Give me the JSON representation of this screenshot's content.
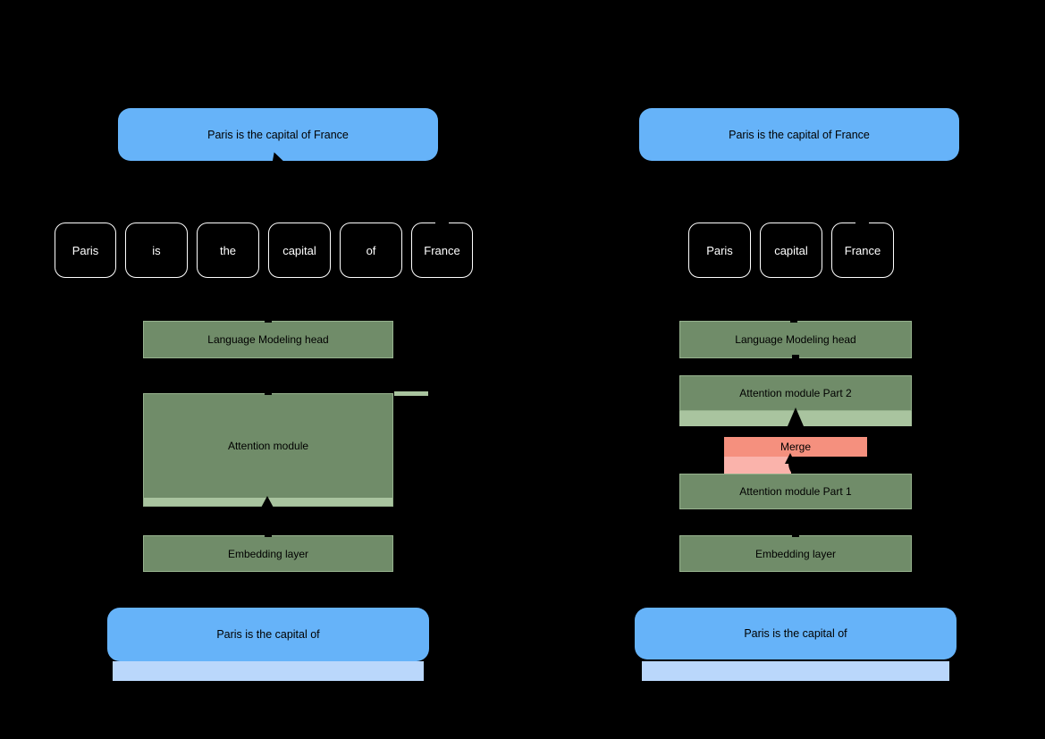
{
  "colors": {
    "bg": "#000000",
    "blue": "#66b3f9",
    "blueLight": "#bad7fb",
    "green": "#708c69",
    "greenLight": "#a9c49f",
    "greenBorder": "#97b38e",
    "salmon": "#f5907e",
    "pink": "#fab3ab",
    "white": "#ffffff",
    "ink": "#000000"
  },
  "panels": [
    {
      "side": "left",
      "output_text": "Paris is the capital of France",
      "tokens": [
        "Paris",
        "is",
        "the",
        "capital",
        "of",
        "France"
      ],
      "lm_head_label": "Language Modeling head",
      "attention_label": "Attention module",
      "embedding_label": "Embedding layer",
      "input_text": "Paris is the capital of"
    },
    {
      "side": "right",
      "output_text": "Paris is the capital of France",
      "tokens": [
        "Paris",
        "capital",
        "France"
      ],
      "lm_head_label": "Language Modeling head",
      "attention_part2_label": "Attention module Part 2",
      "merge_label": "Merge",
      "attention_part1_label": "Attention module Part 1",
      "embedding_label": "Embedding layer",
      "input_text": "Paris is the capital of"
    }
  ]
}
